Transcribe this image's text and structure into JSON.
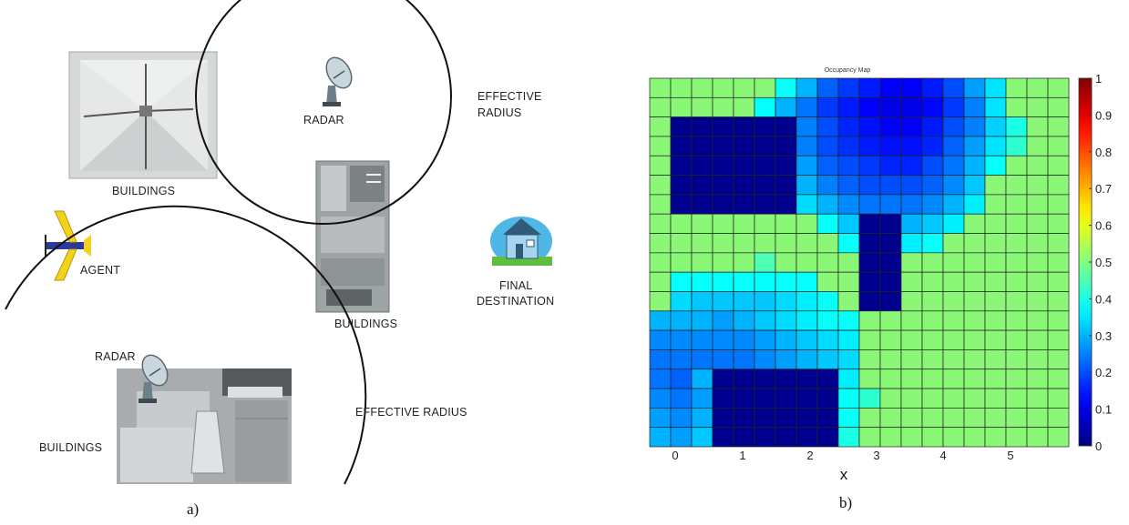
{
  "panel_a": {
    "labels": {
      "radar_top": "RADAR",
      "effective_radius_top_1": "EFFECTIVE",
      "effective_radius_top_2": "RADIUS",
      "buildings_top_left": "BUILDINGS",
      "agent": "AGENT",
      "buildings_middle": "BUILDINGS",
      "final_destination_1": "FINAL",
      "final_destination_2": "DESTINATION",
      "radar_bottom": "RADAR",
      "buildings_bottom": "BUILDINGS",
      "effective_radius_bottom": "EFFECTIVE RADIUS"
    },
    "caption": "a)"
  },
  "panel_b": {
    "caption": "b)"
  },
  "colors": {
    "green": "#8af777",
    "dark_blue": "#00008f",
    "cyan": "#00ffff",
    "circle": "#111111"
  },
  "chart_data": {
    "type": "heatmap",
    "title": "Occupancy Map",
    "xlabel": "x",
    "ylabel": "",
    "x_ticks": [
      "0",
      "1",
      "2",
      "3",
      "4",
      "5"
    ],
    "colorbar_ticks": [
      "0",
      "0.1",
      "0.2",
      "0.3",
      "0.4",
      "0.5",
      "0.6",
      "0.7",
      "0.8",
      "0.9",
      "1"
    ],
    "clim": [
      0,
      1
    ],
    "colormap": "jet",
    "grid": true,
    "rows": 19,
    "cols": 20,
    "values": [
      [
        0.5,
        0.5,
        0.5,
        0.5,
        0.5,
        0.5,
        0.38,
        0.3,
        0.22,
        0.18,
        0.15,
        0.12,
        0.12,
        0.15,
        0.2,
        0.28,
        0.35,
        0.5,
        0.5,
        0.5
      ],
      [
        0.5,
        0.5,
        0.5,
        0.5,
        0.5,
        0.38,
        0.3,
        0.24,
        0.18,
        0.15,
        0.12,
        0.1,
        0.1,
        0.13,
        0.18,
        0.25,
        0.35,
        0.5,
        0.5,
        0.5
      ],
      [
        0.5,
        0,
        0,
        0,
        0,
        0,
        0,
        0.25,
        0.2,
        0.16,
        0.14,
        0.12,
        0.12,
        0.15,
        0.2,
        0.25,
        0.33,
        0.4,
        0.5,
        0.5
      ],
      [
        0.5,
        0,
        0,
        0,
        0,
        0,
        0,
        0.25,
        0.2,
        0.17,
        0.15,
        0.14,
        0.14,
        0.16,
        0.22,
        0.28,
        0.35,
        0.42,
        0.5,
        0.5
      ],
      [
        0.5,
        0,
        0,
        0,
        0,
        0,
        0,
        0.28,
        0.22,
        0.2,
        0.18,
        0.16,
        0.16,
        0.2,
        0.24,
        0.3,
        0.38,
        0.5,
        0.5,
        0.5
      ],
      [
        0.5,
        0,
        0,
        0,
        0,
        0,
        0,
        0.3,
        0.25,
        0.22,
        0.2,
        0.2,
        0.2,
        0.22,
        0.26,
        0.32,
        0.5,
        0.5,
        0.5,
        0.5
      ],
      [
        0.5,
        0,
        0,
        0,
        0,
        0,
        0,
        0.34,
        0.3,
        0.26,
        0.24,
        0.24,
        0.24,
        0.26,
        0.3,
        0.36,
        0.5,
        0.5,
        0.5,
        0.5
      ],
      [
        0.5,
        0.5,
        0.5,
        0.5,
        0.5,
        0.5,
        0.5,
        0.5,
        0.38,
        0.32,
        0,
        0,
        0.3,
        0.32,
        0.36,
        0.5,
        0.5,
        0.5,
        0.5,
        0.5
      ],
      [
        0.5,
        0.5,
        0.5,
        0.5,
        0.5,
        0.5,
        0.5,
        0.5,
        0.5,
        0.38,
        0,
        0,
        0.36,
        0.38,
        0.5,
        0.5,
        0.5,
        0.5,
        0.5,
        0.5
      ],
      [
        0.5,
        0.5,
        0.5,
        0.5,
        0.5,
        0.45,
        0.5,
        0.5,
        0.5,
        0.5,
        0,
        0,
        0.5,
        0.5,
        0.5,
        0.5,
        0.5,
        0.5,
        0.5,
        0.5
      ],
      [
        0.5,
        0.38,
        0.38,
        0.38,
        0.38,
        0.38,
        0.38,
        0.38,
        0.5,
        0.5,
        0,
        0,
        0.5,
        0.5,
        0.5,
        0.5,
        0.5,
        0.5,
        0.5,
        0.5
      ],
      [
        0.5,
        0.34,
        0.32,
        0.32,
        0.32,
        0.32,
        0.34,
        0.36,
        0.38,
        0.5,
        0,
        0,
        0.5,
        0.5,
        0.5,
        0.5,
        0.5,
        0.5,
        0.5,
        0.5
      ],
      [
        0.3,
        0.3,
        0.3,
        0.28,
        0.3,
        0.32,
        0.34,
        0.36,
        0.38,
        0.38,
        0.5,
        0.5,
        0.5,
        0.5,
        0.5,
        0.5,
        0.5,
        0.5,
        0.5,
        0.5
      ],
      [
        0.26,
        0.26,
        0.26,
        0.26,
        0.26,
        0.28,
        0.3,
        0.32,
        0.34,
        0.36,
        0.5,
        0.5,
        0.5,
        0.5,
        0.5,
        0.5,
        0.5,
        0.5,
        0.5,
        0.5
      ],
      [
        0.24,
        0.24,
        0.24,
        0.24,
        0.24,
        0.26,
        0.28,
        0.3,
        0.32,
        0.34,
        0.5,
        0.5,
        0.5,
        0.5,
        0.5,
        0.5,
        0.5,
        0.5,
        0.5,
        0.5
      ],
      [
        0.24,
        0.22,
        0.3,
        0,
        0,
        0,
        0,
        0,
        0,
        0.36,
        0.5,
        0.5,
        0.5,
        0.5,
        0.5,
        0.5,
        0.5,
        0.5,
        0.5,
        0.5
      ],
      [
        0.26,
        0.24,
        0.28,
        0,
        0,
        0,
        0,
        0,
        0,
        0.38,
        0.42,
        0.5,
        0.5,
        0.5,
        0.5,
        0.5,
        0.5,
        0.5,
        0.5,
        0.5
      ],
      [
        0.28,
        0.26,
        0.3,
        0,
        0,
        0,
        0,
        0,
        0,
        0.38,
        0.5,
        0.5,
        0.5,
        0.5,
        0.5,
        0.5,
        0.5,
        0.5,
        0.5,
        0.5
      ],
      [
        0.3,
        0.28,
        0.32,
        0,
        0,
        0,
        0,
        0,
        0,
        0.4,
        0.5,
        0.5,
        0.5,
        0.5,
        0.5,
        0.5,
        0.5,
        0.5,
        0.5,
        0.5
      ]
    ]
  }
}
